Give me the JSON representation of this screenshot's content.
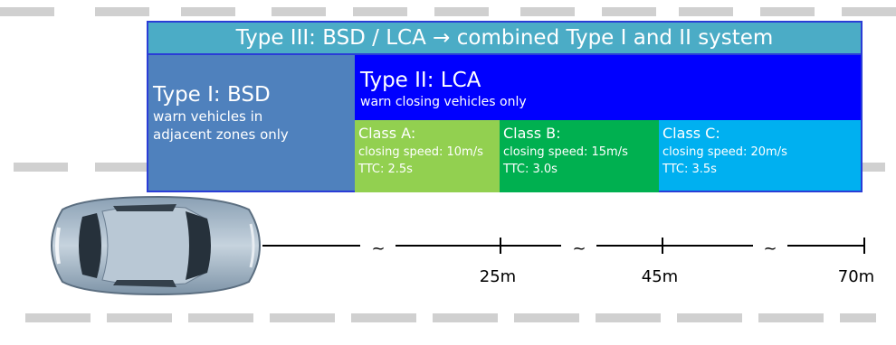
{
  "colors": {
    "type3_bg": "#4bacc6",
    "type1_bg": "#4f81bd",
    "type2_bg": "#0000ff",
    "classA_bg": "#92d050",
    "classB_bg": "#00b050",
    "classC_bg": "#00b0f0",
    "border": "#2a3dd6"
  },
  "type3": {
    "title": "Type III: BSD / LCA → combined Type I and II system"
  },
  "type1": {
    "title": "Type I: BSD",
    "line1": "warn vehicles in",
    "line2": "adjacent zones only"
  },
  "type2": {
    "title": "Type II: LCA",
    "subtitle": "warn closing vehicles only"
  },
  "classes": [
    {
      "name": "Class A:",
      "speed": "closing speed: 10m/s",
      "ttc": "TTC: 2.5s"
    },
    {
      "name": "Class B:",
      "speed": "closing speed: 15m/s",
      "ttc": "TTC: 3.0s"
    },
    {
      "name": "Class C:",
      "speed": "closing speed: 20m/s",
      "ttc": "TTC: 3.5s"
    }
  ],
  "axis": {
    "break_symbol": "~",
    "labels": [
      "25m",
      "45m",
      "70m"
    ]
  },
  "icons": {
    "vehicle": "car-top-view-icon"
  }
}
